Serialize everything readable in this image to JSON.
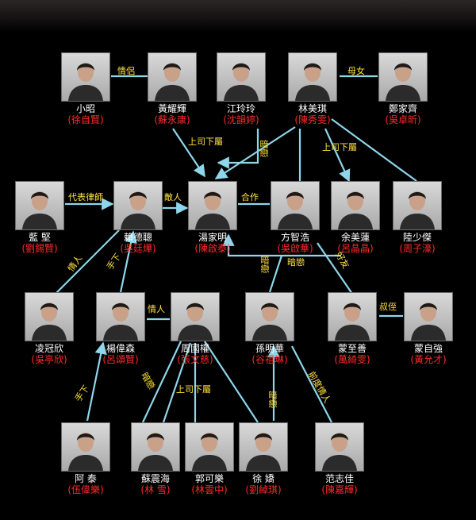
{
  "people": [
    {
      "id": "xiaozhao",
      "name": "小昭",
      "actor": "(徐自賢)"
    },
    {
      "id": "huangyaohui",
      "name": "黃耀輝",
      "actor": "(蘇永康)"
    },
    {
      "id": "jianglingling",
      "name": "江玲玲",
      "actor": "(沈韻婷)"
    },
    {
      "id": "linmeiqi",
      "name": "林美琪",
      "actor": "(陳秀雯)"
    },
    {
      "id": "zhengjiaqi",
      "name": "鄭家齊",
      "actor": "(吳卓昕)"
    },
    {
      "id": "lanjian",
      "name": "藍 堅",
      "actor": "(劉錫賢)"
    },
    {
      "id": "laidecong",
      "name": "賴德聰",
      "actor": "(吳廷燁)"
    },
    {
      "id": "tangjiaming",
      "name": "湯家明",
      "actor": "(陳啟泰)"
    },
    {
      "id": "fangzhihao",
      "name": "方智浩",
      "actor": "(吳啟華)"
    },
    {
      "id": "yumeilian",
      "name": "余美蓮",
      "actor": "(呂晶晶)"
    },
    {
      "id": "lushaojie",
      "name": "陸少傑",
      "actor": "(周子濠)"
    },
    {
      "id": "lingguanxin",
      "name": "凌冠欣",
      "actor": "(吳亭欣)"
    },
    {
      "id": "yangweisen",
      "name": "楊偉森",
      "actor": "(呂頌賢)"
    },
    {
      "id": "zhouguoquan",
      "name": "周國權",
      "actor": "(張文慈)"
    },
    {
      "id": "sunminghua",
      "name": "孫明華",
      "actor": "(谷祖琳)"
    },
    {
      "id": "mengzhishan",
      "name": "蒙至善",
      "actor": "(萬綺雯)"
    },
    {
      "id": "mengziqiang",
      "name": "蒙自強",
      "actor": "(黃允才)"
    },
    {
      "id": "atai",
      "name": "阿 泰",
      "actor": "(伍偉樂)"
    },
    {
      "id": "sunonghai",
      "name": "蘇震海",
      "actor": "(林 雪)"
    },
    {
      "id": "guokele",
      "name": "郭可樂",
      "actor": "(林雲中)"
    },
    {
      "id": "xujiao",
      "name": "徐 嬌",
      "actor": "(劉綽琪)"
    },
    {
      "id": "fanzhijia",
      "name": "范志佳",
      "actor": "(陳嘉輝)"
    }
  ],
  "relations": [
    {
      "id": "qinglv",
      "label": "情侶"
    },
    {
      "id": "munu",
      "label": "母女"
    },
    {
      "id": "shangsi1",
      "label": "上司下屬"
    },
    {
      "id": "anlian1",
      "label": "暗戀"
    },
    {
      "id": "shangsi2",
      "label": "上司下屬"
    },
    {
      "id": "daibiao",
      "label": "代表律師"
    },
    {
      "id": "diren",
      "label": "敵人"
    },
    {
      "id": "hezuo",
      "label": "合作"
    },
    {
      "id": "anlian2",
      "label": "暗戀"
    },
    {
      "id": "anlian3",
      "label": "暗戀"
    },
    {
      "id": "haoyou",
      "label": "好友"
    },
    {
      "id": "qingren1",
      "label": "情人"
    },
    {
      "id": "shouxia1",
      "label": "手下"
    },
    {
      "id": "qingren2",
      "label": "情人"
    },
    {
      "id": "shuzhi",
      "label": "叔侄"
    },
    {
      "id": "anlian4",
      "label": "暗戀"
    },
    {
      "id": "shangsi3",
      "label": "上司下屬"
    },
    {
      "id": "anlian5",
      "label": "暗戀"
    },
    {
      "id": "qianrenqingren",
      "label": "前度情人"
    },
    {
      "id": "shouxia2",
      "label": "手下"
    }
  ],
  "colors": {
    "background": "#000000",
    "line": "#8ed6ea",
    "name": "#ffffff",
    "actor": "#ff2a2a",
    "relation": "#ffe23c"
  }
}
